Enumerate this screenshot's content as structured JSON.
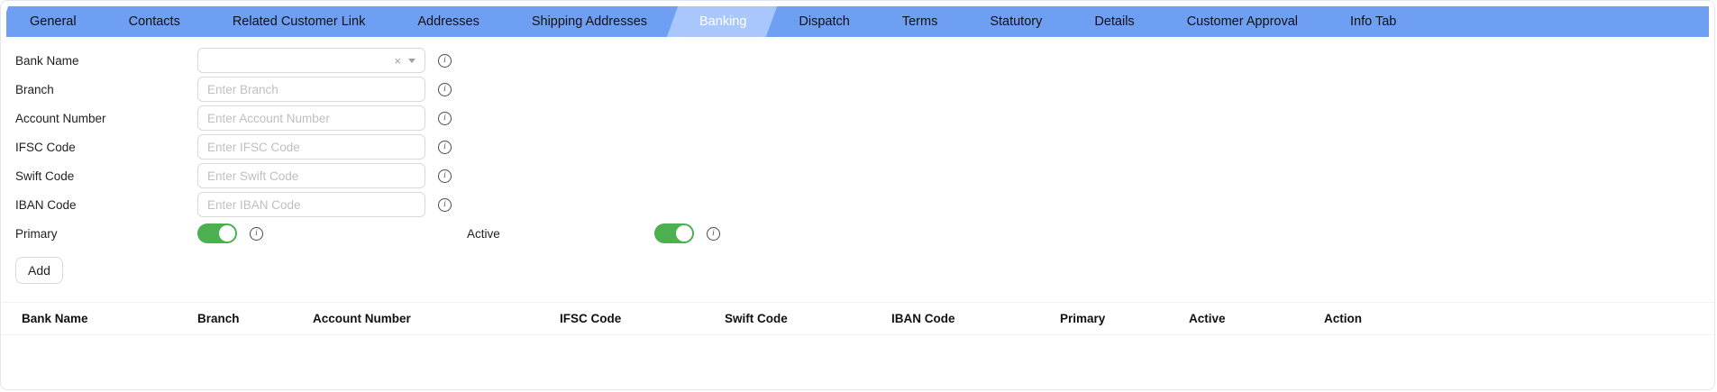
{
  "tabs": {
    "items": [
      {
        "label": "General",
        "active": false
      },
      {
        "label": "Contacts",
        "active": false
      },
      {
        "label": "Related Customer Link",
        "active": false
      },
      {
        "label": "Addresses",
        "active": false
      },
      {
        "label": "Shipping Addresses",
        "active": false
      },
      {
        "label": "Banking",
        "active": true
      },
      {
        "label": "Dispatch",
        "active": false
      },
      {
        "label": "Terms",
        "active": false
      },
      {
        "label": "Statutory",
        "active": false
      },
      {
        "label": "Details",
        "active": false
      },
      {
        "label": "Customer Approval",
        "active": false
      },
      {
        "label": "Info Tab",
        "active": false
      }
    ]
  },
  "form": {
    "bank_name": {
      "label": "Bank Name",
      "value": ""
    },
    "branch": {
      "label": "Branch",
      "placeholder": "Enter Branch",
      "value": ""
    },
    "account_number": {
      "label": "Account Number",
      "placeholder": "Enter Account Number",
      "value": ""
    },
    "ifsc_code": {
      "label": "IFSC Code",
      "placeholder": "Enter IFSC Code",
      "value": ""
    },
    "swift_code": {
      "label": "Swift Code",
      "placeholder": "Enter Swift Code",
      "value": ""
    },
    "iban_code": {
      "label": "IBAN Code",
      "placeholder": "Enter IBAN Code",
      "value": ""
    },
    "primary_toggle": {
      "label": "Primary",
      "state": "on"
    },
    "active_toggle": {
      "label": "Active",
      "state": "on"
    },
    "add_button_label": "Add",
    "select_clear_glyph": "×"
  },
  "table": {
    "headers": [
      "Bank Name",
      "Branch",
      "Account Number",
      "IFSC Code",
      "Swift Code",
      "IBAN Code",
      "Primary",
      "Active",
      "Action"
    ]
  },
  "colors": {
    "tab_bg": "#6f9ff2",
    "tab_active_bg": "#a9c7fa",
    "toggle_on": "#4caf50"
  }
}
